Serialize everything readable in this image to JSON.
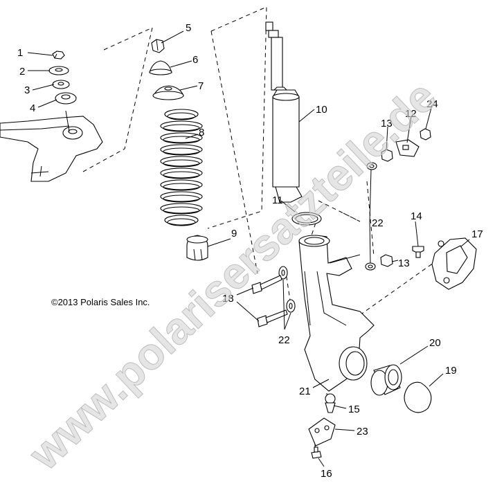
{
  "copyright": "©2013 Polaris Sales Inc.",
  "watermark": "www.polarisersatzteile.de",
  "callouts": [
    {
      "id": "c1",
      "label": "1"
    },
    {
      "id": "c2",
      "label": "2"
    },
    {
      "id": "c3",
      "label": "3"
    },
    {
      "id": "c4",
      "label": "4"
    },
    {
      "id": "c5",
      "label": "5"
    },
    {
      "id": "c6",
      "label": "6"
    },
    {
      "id": "c7",
      "label": "7"
    },
    {
      "id": "c8",
      "label": "8"
    },
    {
      "id": "c9",
      "label": "9"
    },
    {
      "id": "c10",
      "label": "10"
    },
    {
      "id": "c11",
      "label": "11"
    },
    {
      "id": "c12",
      "label": "12"
    },
    {
      "id": "c13a",
      "label": "13"
    },
    {
      "id": "c13b",
      "label": "13"
    },
    {
      "id": "c14",
      "label": "14"
    },
    {
      "id": "c15",
      "label": "15"
    },
    {
      "id": "c16",
      "label": "16"
    },
    {
      "id": "c17",
      "label": "17"
    },
    {
      "id": "c18",
      "label": "18"
    },
    {
      "id": "c19",
      "label": "19"
    },
    {
      "id": "c20",
      "label": "20"
    },
    {
      "id": "c21",
      "label": "21"
    },
    {
      "id": "c22a",
      "label": "22"
    },
    {
      "id": "c22b",
      "label": "22"
    },
    {
      "id": "c23",
      "label": "23"
    },
    {
      "id": "c24",
      "label": "24"
    }
  ]
}
